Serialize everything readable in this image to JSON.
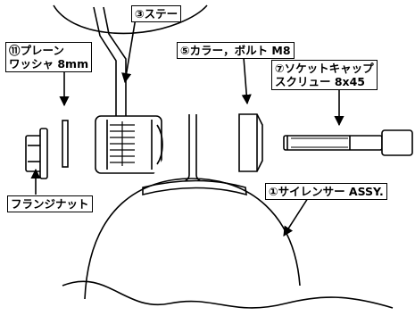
{
  "callouts": {
    "stay": "③ステー",
    "plain_washer": [
      "⑪プレーン",
      "ワッシャ 8mm"
    ],
    "collar_bolt": "⑤カラー，ボルト M8",
    "socket_cap_screw": [
      "⑦ソケットキャップ",
      "スクリュー 8x45"
    ],
    "flange_nut": "フランジナット",
    "silencer_assy": "①サイレンサー ASSY."
  }
}
